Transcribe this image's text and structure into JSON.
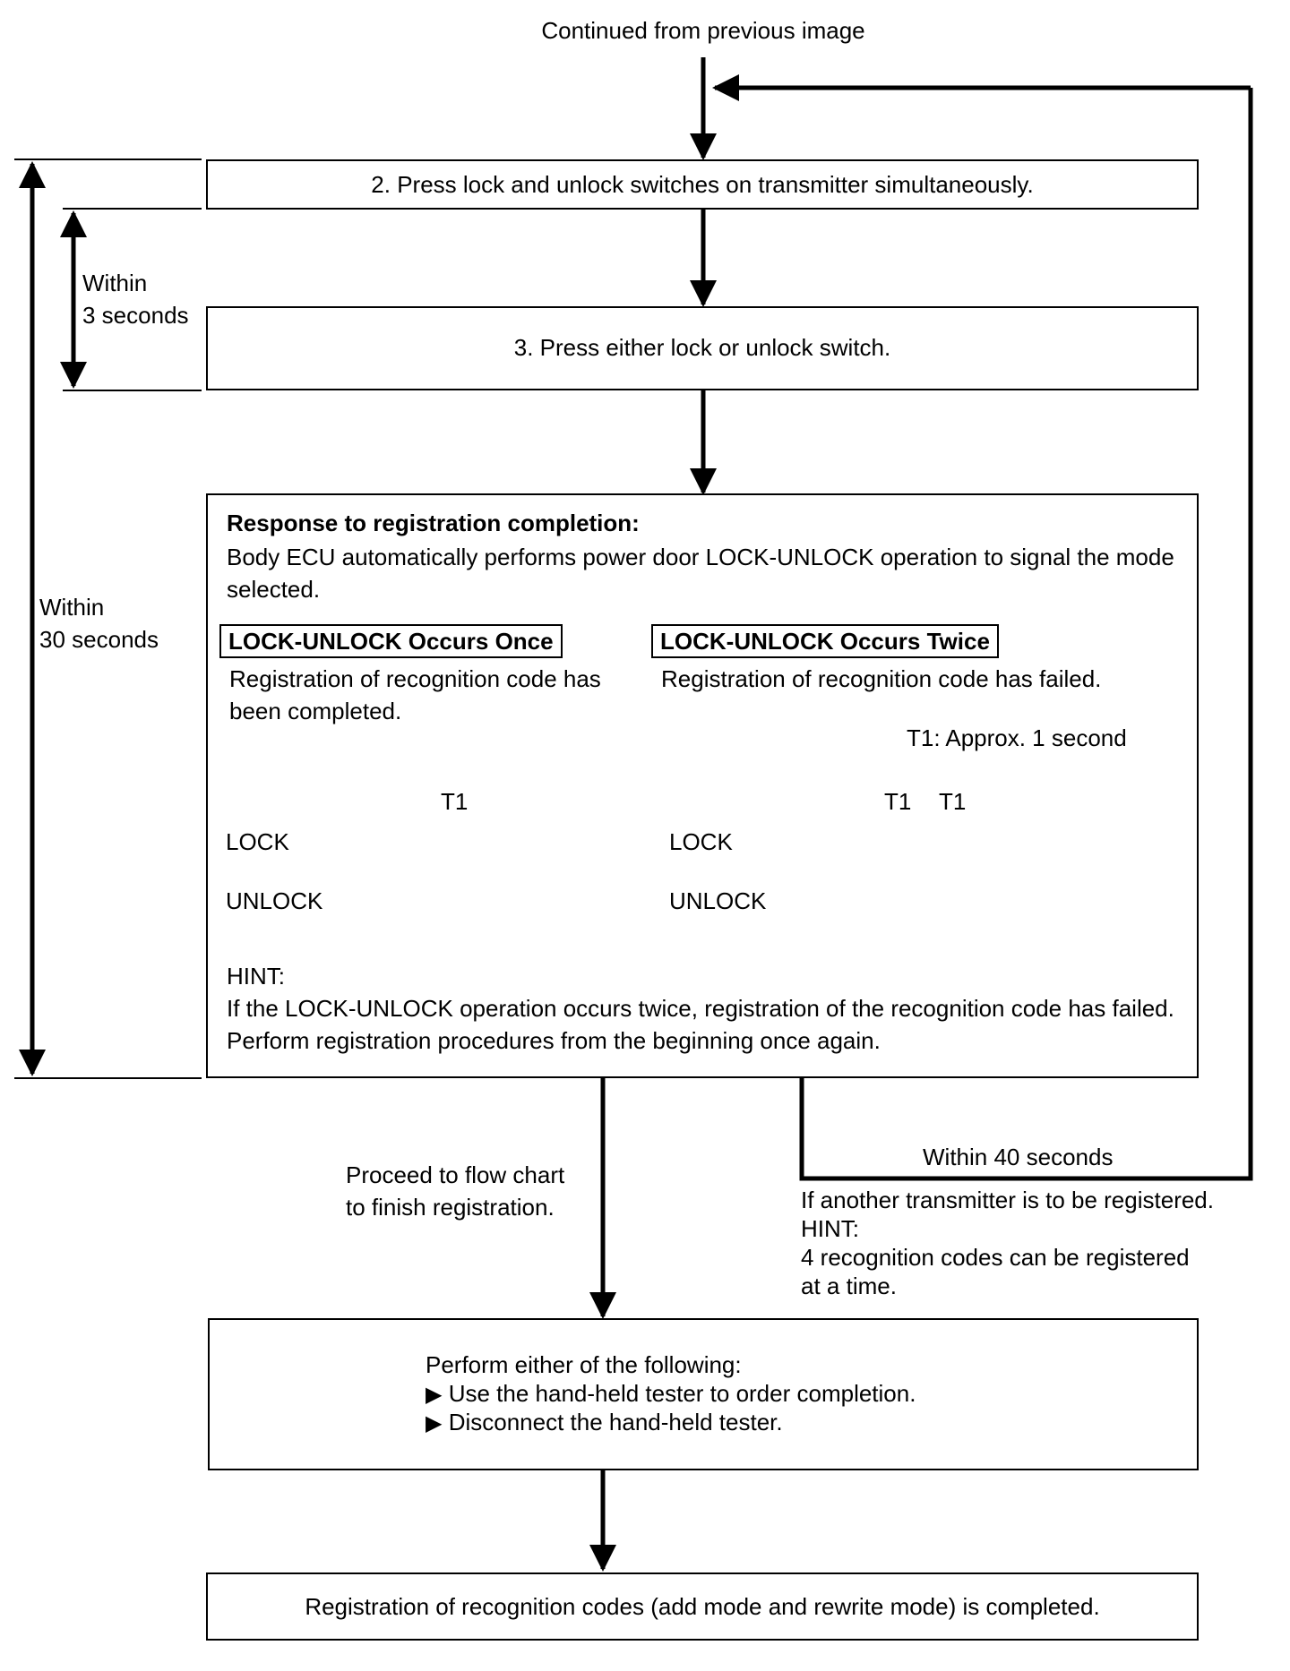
{
  "continued_label": "Continued from previous image",
  "steps": {
    "step2": "2. Press lock and unlock switches on transmitter simultaneously.",
    "step3": "3. Press either lock or unlock switch."
  },
  "timing": {
    "within_3_line1": "Within",
    "within_3_line2": "3 seconds",
    "within_30_line1": "Within",
    "within_30_line2": "30 seconds",
    "within_40": "Within 40 seconds"
  },
  "response": {
    "heading": "Response to registration completion:",
    "description": "Body ECU automatically performs power door LOCK-UNLOCK operation to signal the mode selected.",
    "once": {
      "tag": "LOCK-UNLOCK Occurs Once",
      "text": "Registration of recognition code has been completed."
    },
    "twice": {
      "tag": "LOCK-UNLOCK Occurs Twice",
      "text": "Registration of recognition code has failed."
    },
    "t1_note": "T1: Approx. 1 second",
    "waveform_labels": {
      "lock": "LOCK",
      "unlock": "UNLOCK",
      "t1": "T1"
    },
    "hint_title": "HINT:",
    "hint_text": "If the LOCK-UNLOCK operation occurs twice, registration of the recognition code has failed. Perform registration procedures from the beginning once again."
  },
  "branches": {
    "proceed_line1": "Proceed to flow chart",
    "proceed_line2": "to finish registration.",
    "another_line": "If another transmitter is to be registered.",
    "hint_title": "HINT:",
    "hint_line1": "4 recognition codes can be registered",
    "hint_line2": "at a time."
  },
  "finish": {
    "intro": "Perform either of the following:",
    "option1": "Use the hand-held tester to order completion.",
    "option2": "Disconnect the hand-held tester.",
    "bullet_icon": "▶"
  },
  "final": "Registration of recognition codes (add mode and rewrite mode) is completed."
}
